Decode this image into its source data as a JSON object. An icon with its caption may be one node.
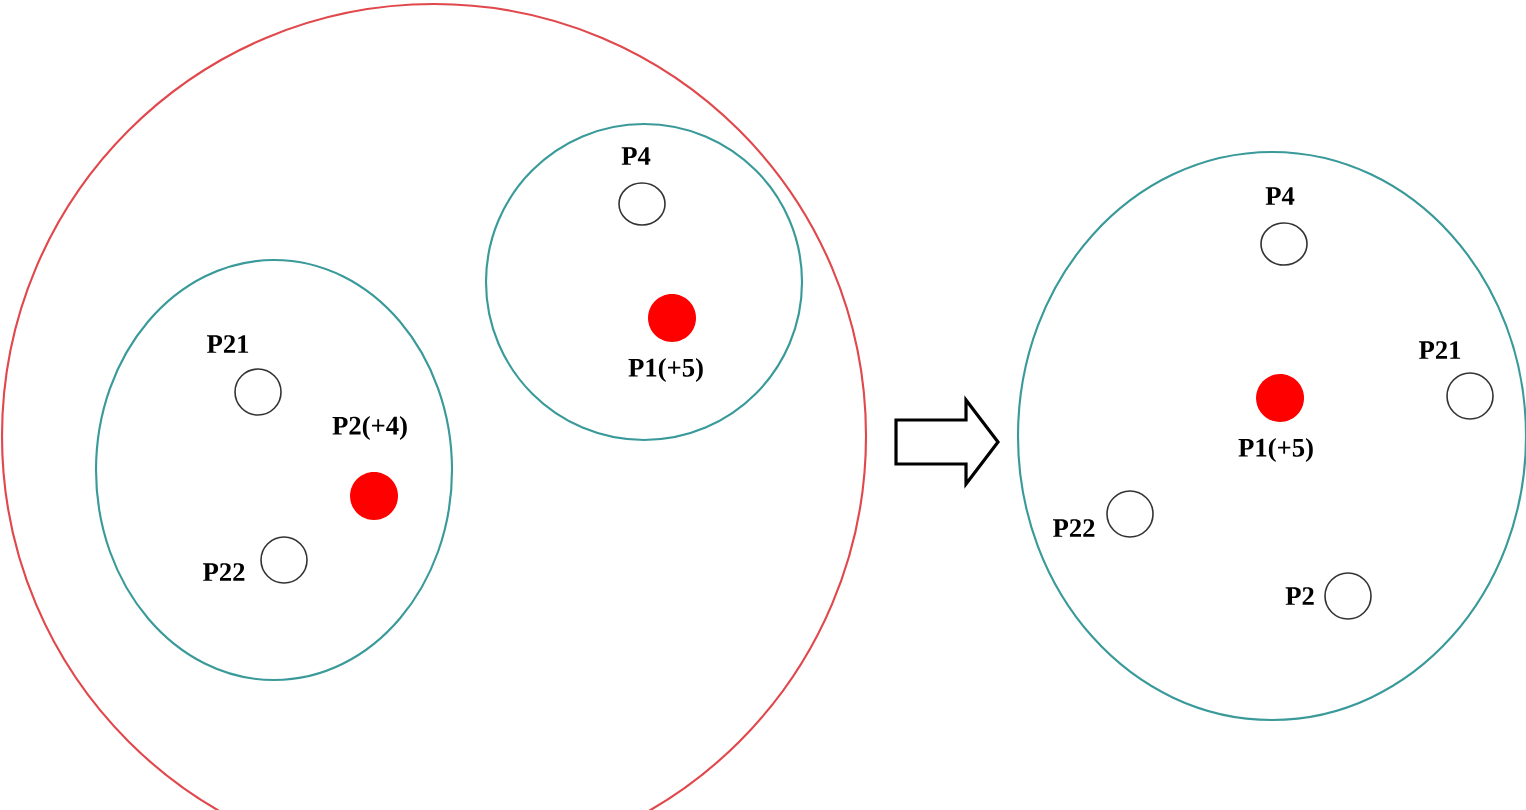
{
  "diagram": {
    "nodes": [
      {
        "text": [],
        "shape": "circle"
      },
      {
        "text": [],
        "shape": "ellipse",
        "in": 0
      },
      {
        "text": [],
        "shape": "circle",
        "beside": [
          "P21"
        ],
        "in": 1
      },
      {
        "text": [],
        "shape": "dot",
        "beside": [
          "P2(+4)"
        ],
        "in": 1
      },
      {
        "text": [],
        "shape": "circle",
        "beside": [
          "P22"
        ],
        "in": 1
      },
      {
        "text": [],
        "shape": "circle",
        "in": 0
      },
      {
        "text": [],
        "shape": "circle",
        "beside": [
          "P4"
        ],
        "in": 5
      },
      {
        "text": [],
        "shape": "dot",
        "beside": [
          "P1(+5)"
        ],
        "in": 5
      },
      {
        "text": [],
        "shape": "circle"
      },
      {
        "text": [],
        "shape": "circle",
        "beside": [
          "P4"
        ],
        "in": 8
      },
      {
        "text": [],
        "shape": "dot",
        "beside": [
          "P1(+5)"
        ],
        "in": 8
      },
      {
        "text": [],
        "shape": "circle",
        "beside": [
          "P21"
        ],
        "in": 8
      },
      {
        "text": [],
        "shape": "circle",
        "beside": [
          "P22"
        ],
        "in": 8
      },
      {
        "text": [],
        "shape": "circle",
        "beside": [
          "P2"
        ],
        "in": 8
      }
    ],
    "edges": [
      {
        "from": 0,
        "to": 8,
        "arrow": "to"
      }
    ]
  }
}
